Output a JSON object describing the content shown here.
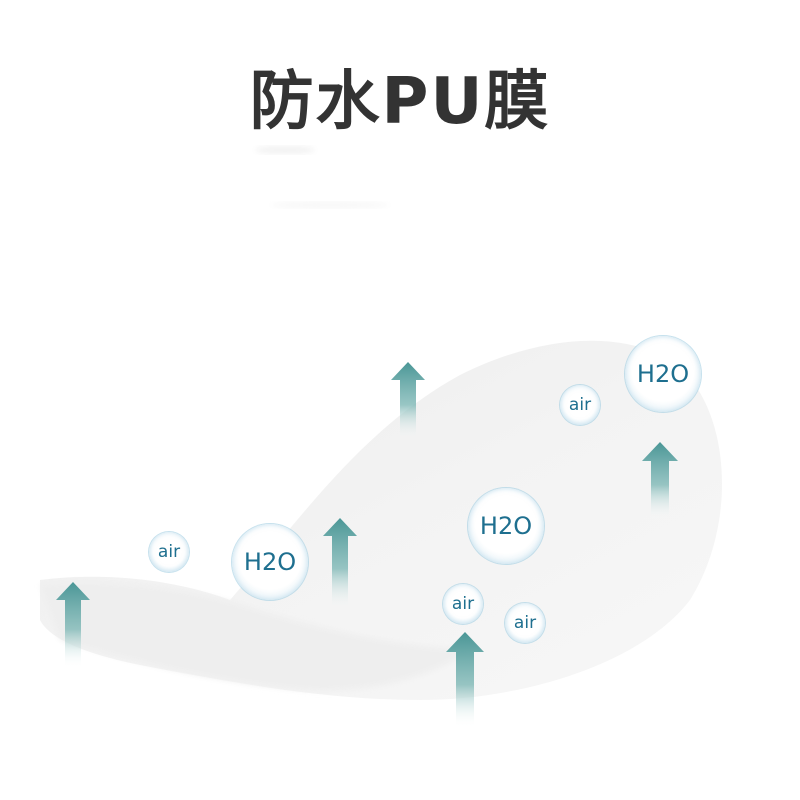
{
  "title": "防水PU膜",
  "bubbles": {
    "h2o_left": "H2O",
    "h2o_center": "H2O",
    "h2o_right": "H2O",
    "air_left": "air",
    "air_upper_right": "air",
    "air_center": "air",
    "air_lower_right": "air"
  },
  "colors": {
    "arrow": "#4f9a9a",
    "bubble_text": "#1e6f8f",
    "title": "#333333"
  }
}
